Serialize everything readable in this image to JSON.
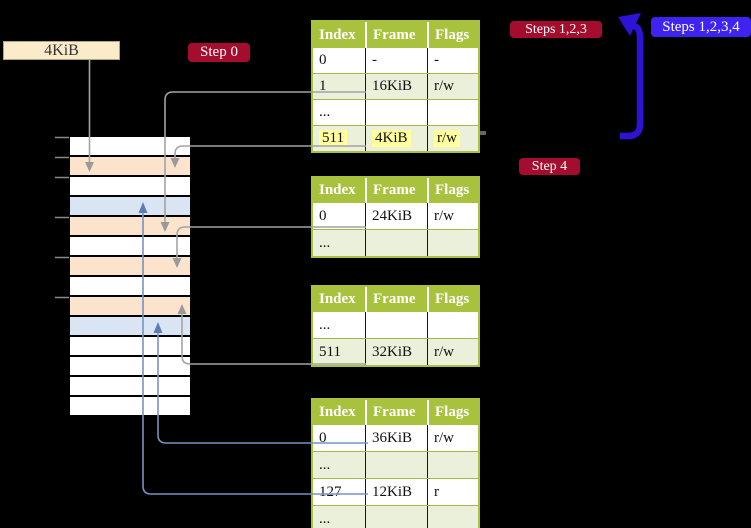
{
  "figure": {
    "pointer_label": "4KiB",
    "badges": {
      "step0": "Step 0",
      "steps123": "Steps 1,2,3",
      "steps1234": "Steps 1,2,3,4",
      "step4": "Step 4"
    }
  },
  "tables": [
    {
      "id": "level-4-table",
      "headers": [
        "Index",
        "Frame",
        "Flags"
      ],
      "rows": [
        {
          "cells": [
            "0",
            "-",
            "-"
          ]
        },
        {
          "cells": [
            "1",
            "16KiB",
            "r/w"
          ]
        },
        {
          "cells": [
            "...",
            "",
            ""
          ]
        },
        {
          "cells": [
            "511",
            "4KiB",
            "r/w"
          ]
        }
      ]
    },
    {
      "id": "level-3-table",
      "headers": [
        "Index",
        "Frame",
        "Flags"
      ],
      "rows": [
        {
          "cells": [
            "0",
            "24KiB",
            "r/w"
          ]
        },
        {
          "cells": [
            "...",
            "",
            ""
          ]
        }
      ]
    },
    {
      "id": "level-2-table",
      "headers": [
        "Index",
        "Frame",
        "Flags"
      ],
      "rows": [
        {
          "cells": [
            "...",
            "",
            ""
          ]
        },
        {
          "cells": [
            "511",
            "32KiB",
            "r/w"
          ]
        }
      ]
    },
    {
      "id": "level-1-table",
      "headers": [
        "Index",
        "Frame",
        "Flags"
      ],
      "rows": [
        {
          "cells": [
            "0",
            "36KiB",
            "r/w"
          ]
        },
        {
          "cells": [
            "...",
            "",
            ""
          ]
        },
        {
          "cells": [
            "127",
            "12KiB",
            "r"
          ]
        },
        {
          "cells": [
            "...",
            "",
            ""
          ]
        }
      ]
    }
  ],
  "memory_column": {
    "row_colors": [
      "white",
      "peach",
      "white",
      "blue",
      "peach",
      "white",
      "peach",
      "white",
      "peach",
      "blue",
      "white",
      "white",
      "white",
      "white"
    ]
  },
  "colors": {
    "background": "#000000",
    "badge_red": "#a50d2f",
    "badge_blue": "#4023f0",
    "loop_arrow_blue": "#2c13d6",
    "table_header_green": "#a8c23e",
    "table_row_green": "#eaf0da",
    "highlight_yellow": "#ffff9e",
    "frame_peach": "#fce4cc",
    "frame_blue": "#d9e5f3",
    "pointer_box_wheat": "#faecca",
    "connector_gray": "#a3a3a3",
    "connector_blue": "#7693c3"
  }
}
